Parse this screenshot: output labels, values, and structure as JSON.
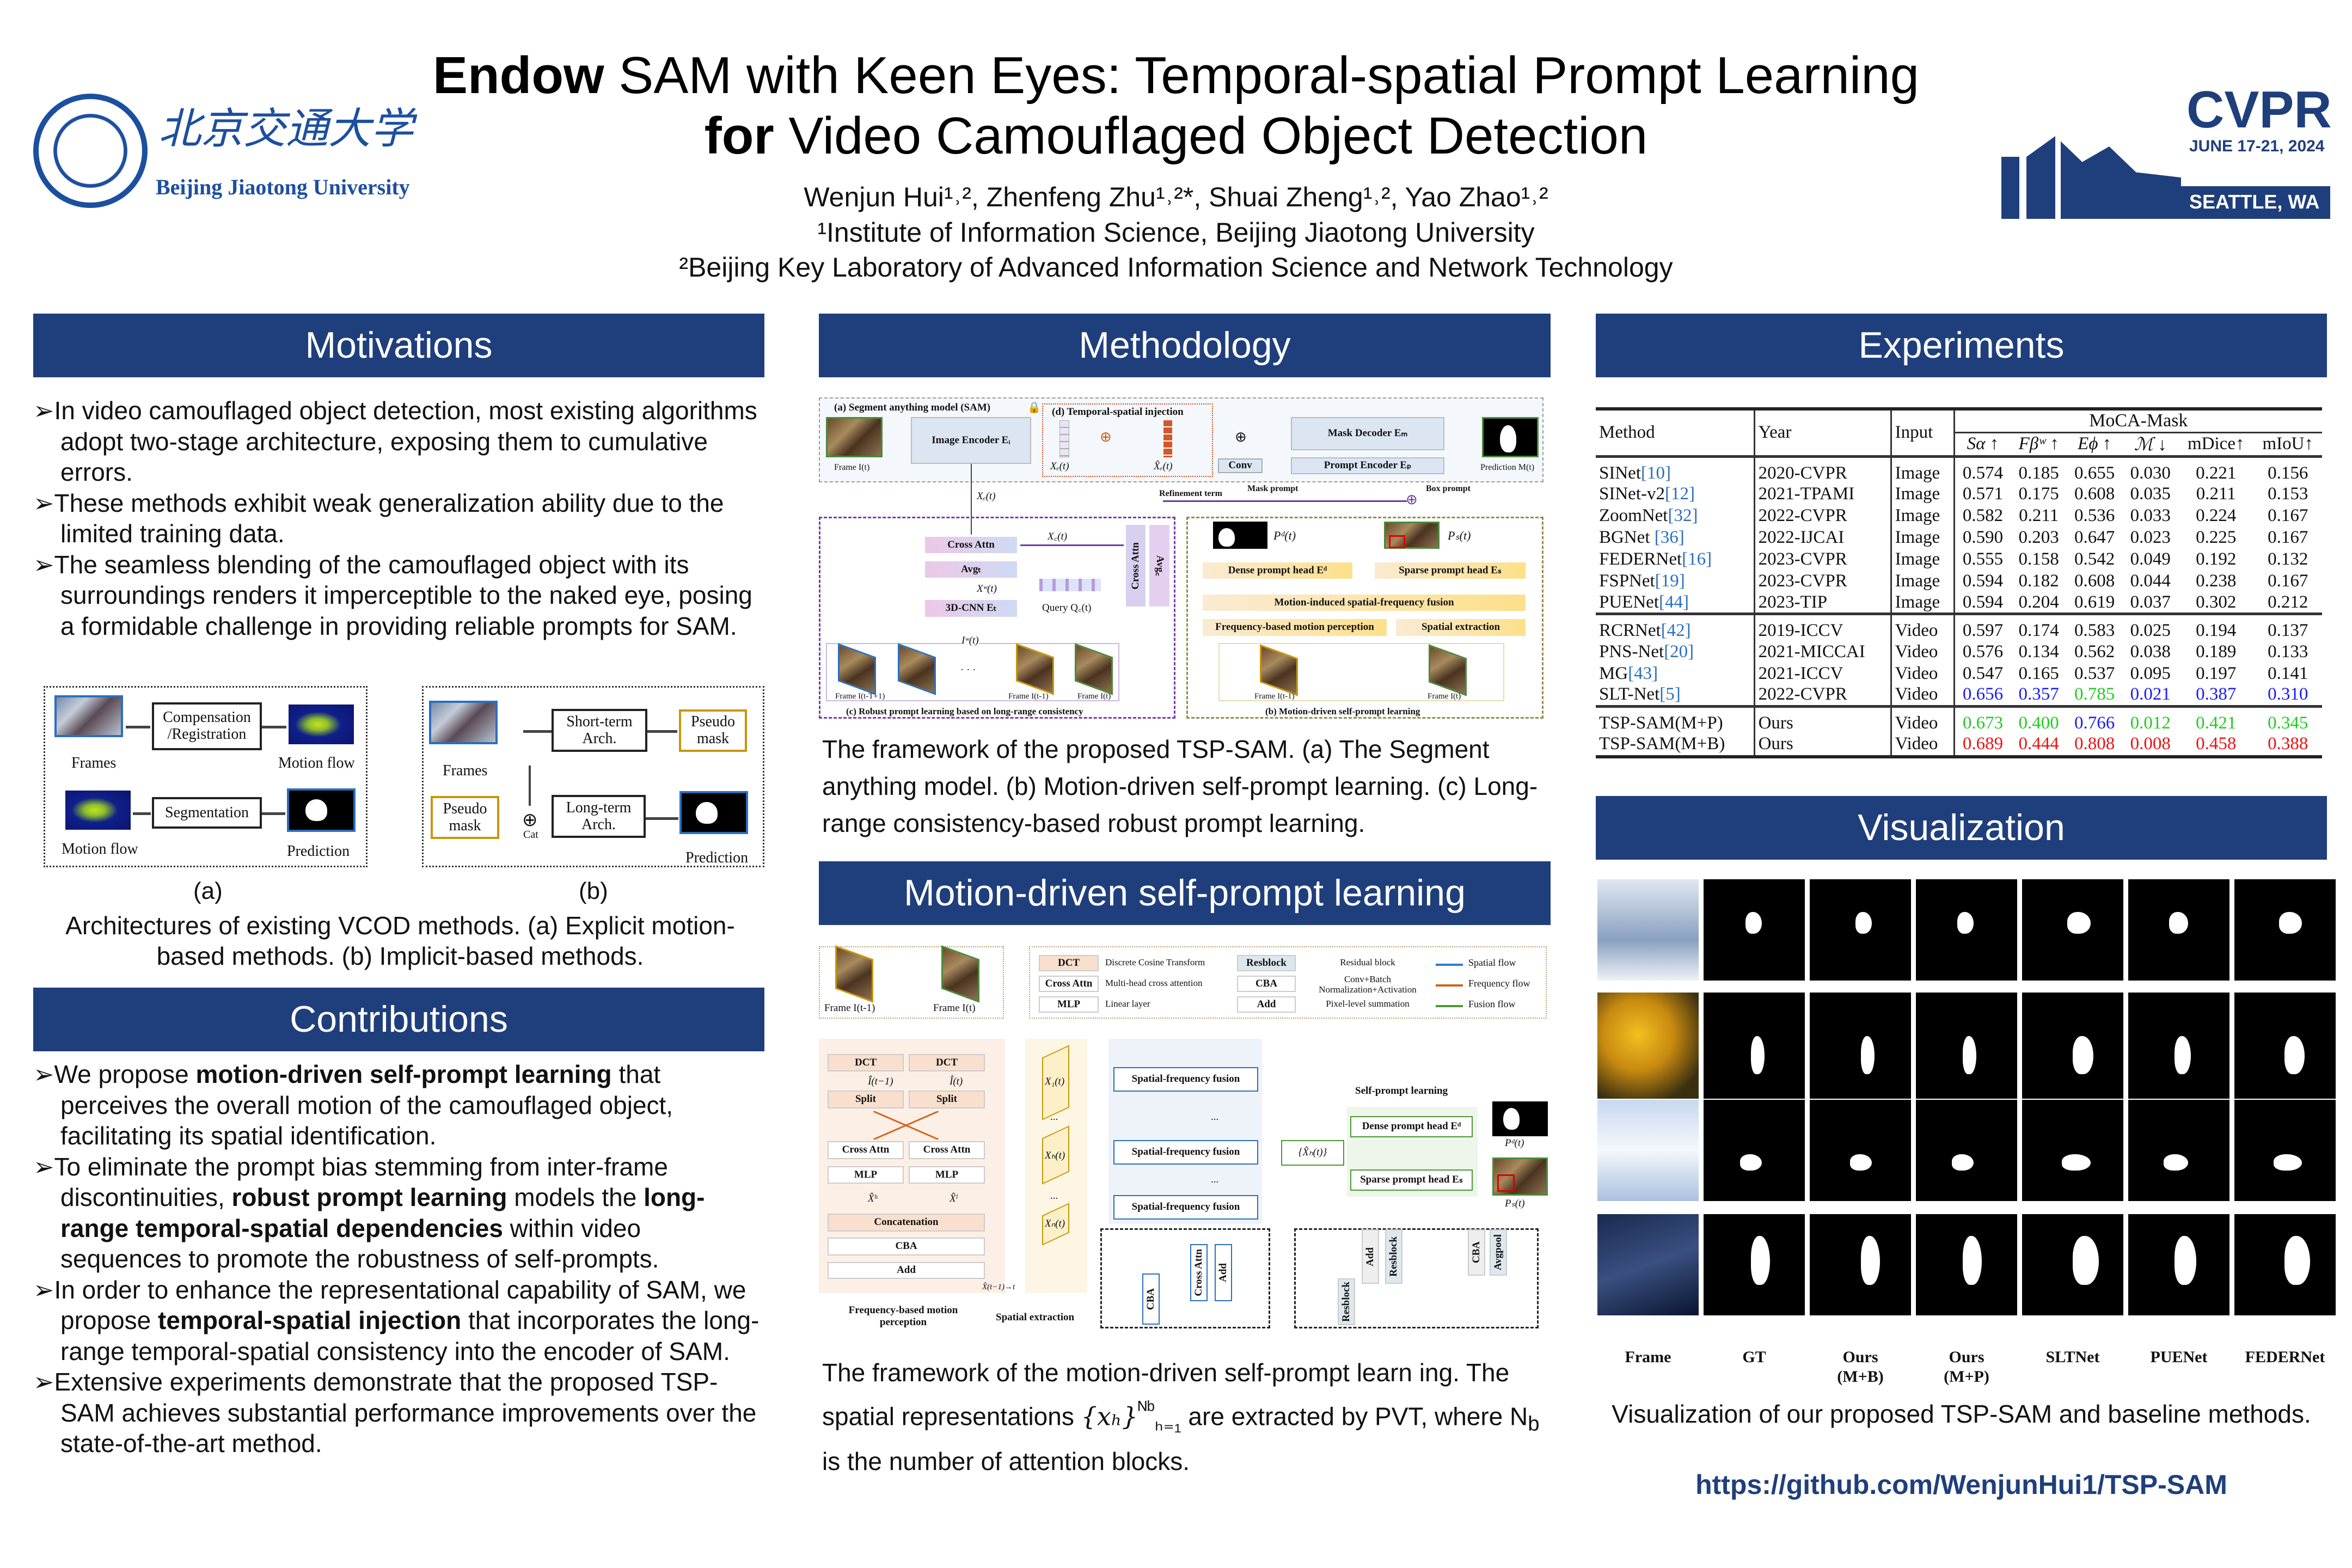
{
  "header": {
    "title_line1_bold": "Endow",
    "title_line1_rest": " SAM with Keen Eyes: Temporal-spatial Prompt Learning",
    "title_line2_bold": "for",
    "title_line2_rest": " Video Camouflaged Object Detection",
    "authors": "Wenjun Hui¹˒², Zhenfeng Zhu¹˒²*, Shuai Zheng¹˒², Yao Zhao¹˒²",
    "affiliation1": "¹Institute of Information Science, Beijing Jiaotong University",
    "affiliation2": "²Beijing Key Laboratory of Advanced Information Science and Network Technology",
    "univ_logo_cn": "北京交通大学",
    "univ_logo_en": "Beijing Jiaotong University",
    "conf_logo": "CVPR",
    "conf_dates": "JUNE 17-21, 2024",
    "conf_place": "SEATTLE, WA"
  },
  "colors": {
    "header_bg": "#1f3f7c",
    "best": "#ee1111",
    "second": "#22cc22",
    "third": "#1a1aff",
    "link": "#1f3f7c"
  },
  "motivations": {
    "title": "Motivations",
    "items": [
      "➢In video camouflaged object detection, most existing algorithms adopt two-stage architecture, exposing them to cumulative errors.",
      "➢These methods exhibit weak generalization ability due to the limited training data.",
      "➢The seamless blending of the camouflaged object with its surroundings renders it imperceptible to the naked eye, posing a formidable challenge in providing reliable prompts for SAM."
    ],
    "figure": {
      "a": {
        "frames": "Frames",
        "comp": "Compensation /Registration",
        "motion_flow": "Motion flow",
        "motion_flow2": "Motion flow",
        "segmentation": "Segmentation",
        "prediction": "Prediction"
      },
      "b": {
        "frames": "Frames",
        "short": "Short-term Arch.",
        "pseudo1": "Pseudo mask",
        "pseudo2": "Pseudo mask",
        "cat": "Cat",
        "long": "Long-term Arch.",
        "prediction": "Prediction"
      },
      "label_a": "(a)",
      "label_b": "(b)"
    },
    "caption": "Architectures of existing VCOD methods. (a) Explicit motion-based methods. (b) Implicit-based methods."
  },
  "contributions": {
    "title": "Contributions",
    "items": [
      [
        {
          "t": "➢We propose "
        },
        {
          "t": "motion-driven self-prompt learning",
          "b": true
        },
        {
          "t": " that perceives the overall motion of the camouflaged object, facilitating its spatial identification."
        }
      ],
      [
        {
          "t": "➢To eliminate the prompt bias stemming from inter-frame discontinuities, "
        },
        {
          "t": "robust prompt learning",
          "b": true
        },
        {
          "t": " models the "
        },
        {
          "t": "long-range temporal-spatial dependencies",
          "b": true
        },
        {
          "t": " within video sequences to promote the robustness of self-prompts."
        }
      ],
      [
        {
          "t": "➢In order to enhance the representational capability of SAM, we propose "
        },
        {
          "t": "temporal-spatial injection",
          "b": true
        },
        {
          "t": " that incorporates the long-range temporal-spatial consistency into the encoder of SAM."
        }
      ],
      [
        {
          "t": "➢Extensive experiments demonstrate that the proposed TSP-SAM achieves substantial performance improvements over the state-of-the-art method."
        }
      ]
    ]
  },
  "methodology": {
    "title": "Methodology",
    "figure": {
      "sam_label": "(a) Segment anything model (SAM)",
      "tsi_label": "(d) Temporal-spatial injection",
      "frame_t": "Frame I(t)",
      "image_encoder": "Image Encoder Eᵢ",
      "xe": "Xₑ(t)",
      "xe_hat": "X̂ₑ(t)",
      "mask_decoder": "Mask Decoder Eₘ",
      "prompt_encoder": "Prompt Encoder Eₚ",
      "conv": "Conv",
      "prediction": "Prediction M(t)",
      "mask_prompt": "Mask prompt",
      "box_prompt": "Box prompt",
      "refinement": "Refinement term",
      "xe2": "Xₑ(t)",
      "cross_attn": "Cross Attn",
      "avg_t": "Avgₜ",
      "cnn3d": "3D-CNN Eₜ",
      "xw": "Xʷ(t)",
      "xc": "X꜀(t)",
      "query": "Query Q꜀(t)",
      "iw": "Iʷ(t)",
      "cross_attn_v": "Cross Attn",
      "avg_c": "Avg꜀",
      "frame_tT": "Frame I(t-T+1)",
      "frame_t1": "Frame I(t-1)",
      "frame_t2": "Frame I(t)",
      "dots": "· · ·",
      "c_caption": "(c) Robust prompt learning based on long-range consistency",
      "pd": "Pᵈ(t)",
      "ps": "Pₛ(t)",
      "dense_head": "Dense prompt head Eᵈ",
      "sparse_head": "Sparse prompt head Eₛ",
      "fusion": "Motion-induced spatial-frequency fusion",
      "freq": "Frequency-based motion perception",
      "spatial": "Spatial extraction",
      "b_frame1": "Frame I(t-1)",
      "b_frame2": "Frame I(t)",
      "b_caption": "(b)  Motion-driven self-prompt learning"
    },
    "caption": "The framework of the proposed TSP-SAM. (a) The Segment anything model. (b) Motion-driven self-prompt learning. (c) Long-range consistency-based robust prompt learning."
  },
  "motion": {
    "title": "Motion-driven self-prompt learning",
    "figure": {
      "frame1": "Frame I(t-1)",
      "frame2": "Frame I(t)",
      "legend": [
        {
          "box": "DCT",
          "desc": "Discrete Cosine Transform"
        },
        {
          "box": "Cross Attn",
          "desc": "Multi-head cross attention"
        },
        {
          "box": "MLP",
          "desc": "Linear layer"
        },
        {
          "box": "Resblock",
          "desc": "Residual block"
        },
        {
          "box": "CBA",
          "desc": "Conv+Batch Normalization+Activation"
        },
        {
          "box": "Add",
          "desc": "Pixel-level summation"
        }
      ],
      "flows": [
        {
          "label": "Spatial flow",
          "color": "#2a7ad0"
        },
        {
          "label": "Frequency flow",
          "color": "#d0601a"
        },
        {
          "label": "Fusion flow",
          "color": "#4a9a30"
        }
      ],
      "dct": "DCT",
      "split": "Split",
      "cross_attn": "Cross Attn",
      "mlp": "MLP",
      "concat": "Concatenation",
      "cba": "CBA",
      "add": "Add",
      "i_hat_prev": "Î(t−1)",
      "i_hat": "Î(t)",
      "xh": "X̂ʰ",
      "xl": "X̂ˡ",
      "x_motion": "X̂(t−1)→t",
      "sf_fusion": "Spatial-frequency fusion",
      "x1": "X₁(t)",
      "xb": "Xₕ(t)",
      "xnb": "Xₙ(t)",
      "dots": "...",
      "xset": "{X̂ₕ(t)}",
      "self_prompt": "Self-prompt learning",
      "dense": "Dense prompt head Eᵈ",
      "sparse": "Sparse prompt head Eₛ",
      "pd": "Pᵈ(t)",
      "ps": "Pₛ(t)",
      "freq_label": "Frequency-based motion perception",
      "spatial_label": "Spatial extraction",
      "detail_cross": "Cross Attn",
      "detail_add": "Add",
      "detail_cba": "CBA",
      "detail_res1": "Resblock",
      "detail_res2": "Resblock",
      "detail_add2": "Add",
      "detail_cba2": "CBA",
      "detail_avgpool": "Avgpool"
    },
    "caption_parts": [
      "The framework of the motion-driven self-prompt learn ing. The spatial representations ",
      "{xₕ}",
      "ᴺᵇ",
      "ₕ₌₁",
      " are extracted by PVT, where N",
      "b",
      " is the number of attention blocks."
    ]
  },
  "experiments": {
    "title": "Experiments",
    "dataset": "MoCA-Mask",
    "columns": [
      "Method",
      "Year",
      "Input"
    ],
    "metrics": [
      "Sα ↑",
      "Fβʷ ↑",
      "Eϕ ↑",
      "ℳ ↓",
      "mDice↑",
      "mIoU↑"
    ],
    "groups": [
      [
        {
          "name": "SINet",
          "ref": "[10]",
          "year": "2020-CVPR",
          "input": "Image",
          "values": [
            "0.574",
            "0.185",
            "0.655",
            "0.030",
            "0.221",
            "0.156"
          ],
          "hl": [
            "",
            "",
            "",
            "",
            "",
            ""
          ]
        },
        {
          "name": "SINet-v2",
          "ref": "[12]",
          "year": "2021-TPAMI",
          "input": "Image",
          "values": [
            "0.571",
            "0.175",
            "0.608",
            "0.035",
            "0.211",
            "0.153"
          ],
          "hl": [
            "",
            "",
            "",
            "",
            "",
            ""
          ]
        },
        {
          "name": "ZoomNet",
          "ref": "[32]",
          "year": "2022-CVPR",
          "input": "Image",
          "values": [
            "0.582",
            "0.211",
            "0.536",
            "0.033",
            "0.224",
            "0.167"
          ],
          "hl": [
            "",
            "",
            "",
            "",
            "",
            ""
          ]
        },
        {
          "name": "BGNet ",
          "ref": "[36]",
          "year": "2022-IJCAI",
          "input": "Image",
          "values": [
            "0.590",
            "0.203",
            "0.647",
            "0.023",
            "0.225",
            "0.167"
          ],
          "hl": [
            "",
            "",
            "",
            "",
            "",
            ""
          ]
        },
        {
          "name": "FEDERNet",
          "ref": "[16]",
          "year": "2023-CVPR",
          "input": "Image",
          "values": [
            "0.555",
            "0.158",
            "0.542",
            "0.049",
            "0.192",
            "0.132"
          ],
          "hl": [
            "",
            "",
            "",
            "",
            "",
            ""
          ]
        },
        {
          "name": "FSPNet",
          "ref": "[19]",
          "year": "2023-CVPR",
          "input": "Image",
          "values": [
            "0.594",
            "0.182",
            "0.608",
            "0.044",
            "0.238",
            "0.167"
          ],
          "hl": [
            "",
            "",
            "",
            "",
            "",
            ""
          ]
        },
        {
          "name": "PUENet",
          "ref": "[44]",
          "year": "2023-TIP",
          "input": "Image",
          "values": [
            "0.594",
            "0.204",
            "0.619",
            "0.037",
            "0.302",
            "0.212"
          ],
          "hl": [
            "",
            "",
            "",
            "",
            "",
            ""
          ]
        }
      ],
      [
        {
          "name": "RCRNet",
          "ref": "[42]",
          "year": "2019-ICCV",
          "input": "Video",
          "values": [
            "0.597",
            "0.174",
            "0.583",
            "0.025",
            "0.194",
            "0.137"
          ],
          "hl": [
            "",
            "",
            "",
            "",
            "",
            ""
          ]
        },
        {
          "name": "PNS-Net",
          "ref": "[20]",
          "year": "2021-MICCAI",
          "input": "Video",
          "values": [
            "0.576",
            "0.134",
            "0.562",
            "0.038",
            "0.189",
            "0.133"
          ],
          "hl": [
            "",
            "",
            "",
            "",
            "",
            ""
          ]
        },
        {
          "name": "MG",
          "ref": "[43]",
          "year": "2021-ICCV",
          "input": "Video",
          "values": [
            "0.547",
            "0.165",
            "0.537",
            "0.095",
            "0.197",
            "0.141"
          ],
          "hl": [
            "",
            "",
            "",
            "",
            "",
            ""
          ]
        },
        {
          "name": "SLT-Net",
          "ref": "[5]",
          "year": "2022-CVPR",
          "input": "Video",
          "values": [
            "0.656",
            "0.357",
            "0.785",
            "0.021",
            "0.387",
            "0.310"
          ],
          "hl": [
            "cb",
            "cb",
            "cg",
            "cb",
            "cb",
            "cb"
          ]
        }
      ],
      [
        {
          "name": "TSP-SAM(M+P)",
          "ref": "",
          "year": "Ours",
          "input": "Video",
          "values": [
            "0.673",
            "0.400",
            "0.766",
            "0.012",
            "0.421",
            "0.345"
          ],
          "hl": [
            "cg",
            "cg",
            "cb",
            "cg",
            "cg",
            "cg"
          ]
        },
        {
          "name": "TSP-SAM(M+B)",
          "ref": "",
          "year": "Ours",
          "input": "Video",
          "values": [
            "0.689",
            "0.444",
            "0.808",
            "0.008",
            "0.458",
            "0.388"
          ],
          "hl": [
            "cr",
            "cr",
            "cr",
            "cr",
            "cr",
            "cr"
          ]
        }
      ]
    ]
  },
  "visualization": {
    "title": "Visualization",
    "columns": [
      "Frame",
      "GT",
      "Ours (M+B)",
      "Ours (M+P)",
      "SLTNet",
      "PUENet",
      "FEDERNet"
    ],
    "caption": "Visualization of our proposed TSP-SAM and baseline methods.",
    "link": "https://github.com/WenjunHui1/TSP-SAM"
  }
}
